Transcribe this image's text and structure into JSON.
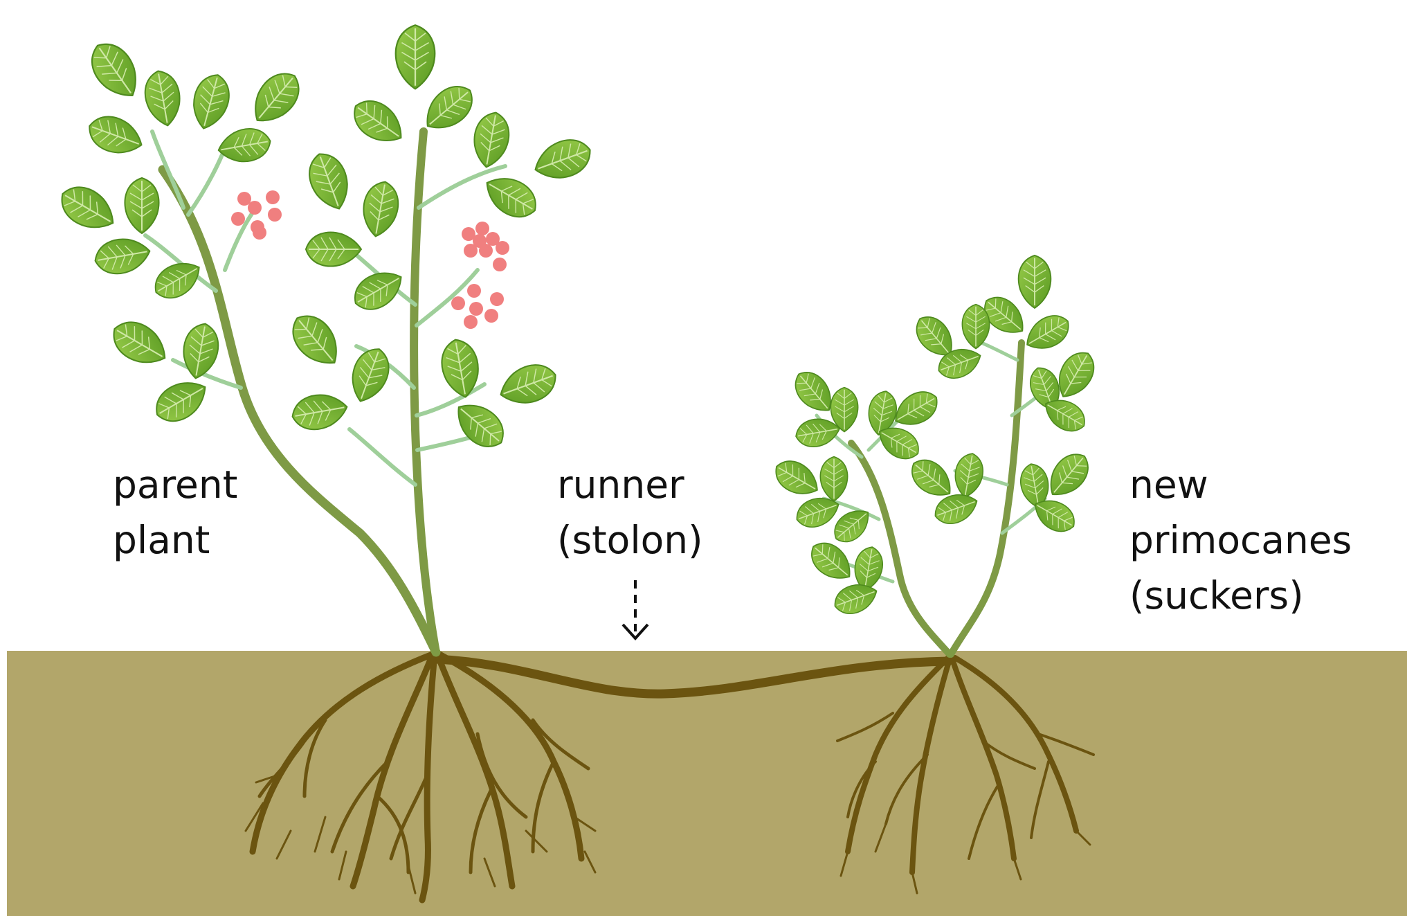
{
  "labels": {
    "parent_plant": {
      "line1": "parent",
      "line2": "plant"
    },
    "runner": {
      "line1": "runner",
      "line2": "(stolon)"
    },
    "new_primocanes": {
      "line1": "new",
      "line2": "primocanes",
      "line3": "(suckers)"
    }
  },
  "colors": {
    "soil": "#b2a66a",
    "root": "#6b5410",
    "stem": "#7e9a45",
    "petiole": "#9fcf9a",
    "leaf": "#7eb83a",
    "leaf_dark": "#4f8a1f",
    "berry": "#f07f7f",
    "arrow": "#111111"
  },
  "icons": [
    "parent-plant-icon",
    "new-primocanes-icon",
    "runner-stolon-icon",
    "down-arrow-icon"
  ]
}
